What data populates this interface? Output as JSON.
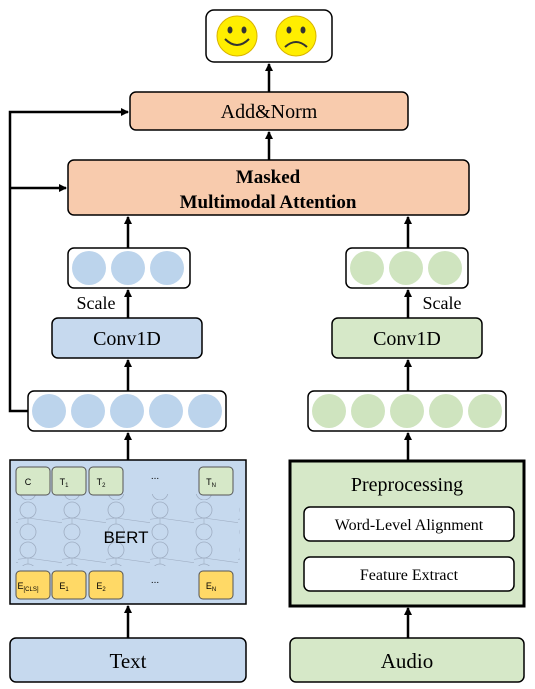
{
  "output": {
    "emojis": [
      "happy-face",
      "sad-face"
    ]
  },
  "add_norm": {
    "label": "Add&Norm"
  },
  "attention": {
    "line1": "Masked",
    "line2": "Multimodal Attention"
  },
  "text_branch": {
    "scale_label": "Scale",
    "conv_label": "Conv1D",
    "input_label": "Text",
    "bert": {
      "label": "BERT",
      "top_tokens": [
        "C",
        "T",
        "T",
        "...",
        "T"
      ],
      "top_subs": [
        "",
        "1",
        "2",
        "",
        "N"
      ],
      "bottom_tokens": [
        "E",
        "E",
        "E",
        "...",
        "E"
      ],
      "bottom_subs": [
        "[CLS]",
        "1",
        "2",
        "",
        "N"
      ]
    }
  },
  "audio_branch": {
    "scale_label": "Scale",
    "conv_label": "Conv1D",
    "input_label": "Audio",
    "preprocessing": {
      "title": "Preprocessing",
      "steps": [
        "Word-Level Alignment",
        "Feature Extract"
      ]
    }
  },
  "colors": {
    "blue": "#c6d9ee",
    "blue_circle": "#bcd4ec",
    "green": "#d6e8c8",
    "green_circle": "#cfe4bf",
    "salmon": "#f8cbad",
    "yellow": "#ffd966",
    "emoji": "#ffee00"
  }
}
